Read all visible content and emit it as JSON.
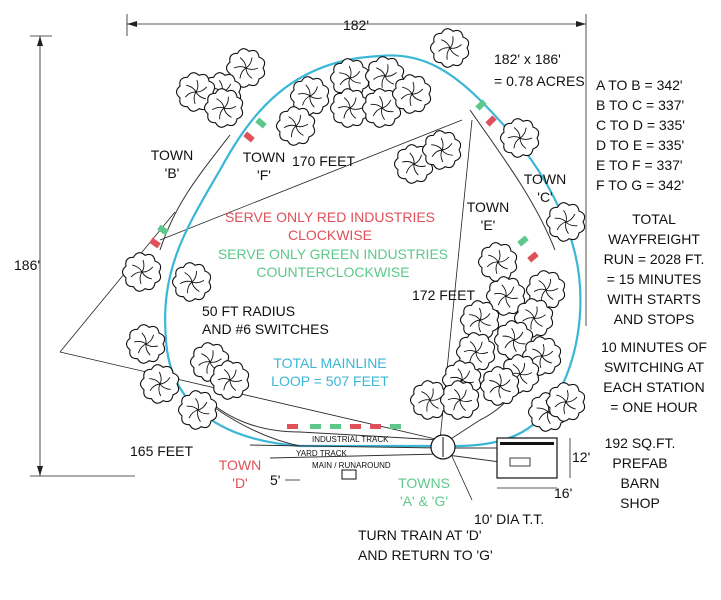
{
  "dimensions": {
    "width": "182'",
    "height": "186'",
    "area_line1": "182' x 186'",
    "area_line2": "= 0.78 ACRES",
    "dist_170": "170 FEET",
    "dist_172": "172 FEET",
    "dist_165": "165 FEET",
    "offset_5": "5'",
    "barn_h": "12'",
    "barn_w": "16'"
  },
  "segments": [
    "A TO B = 342'",
    "B TO C = 337'",
    "C TO D = 335'",
    "D TO E = 335'",
    "E TO F = 337'",
    "F TO G = 342'"
  ],
  "wayfreight": [
    "TOTAL",
    "WAYFREIGHT",
    "RUN = 2028 FT.",
    "= 15 MINUTES",
    "WITH STARTS",
    "AND STOPS"
  ],
  "switching": [
    "10 MINUTES OF",
    "SWITCHING AT",
    "EACH STATION",
    "= ONE HOUR"
  ],
  "barn": [
    "192 SQ.FT.",
    "PREFAB",
    "BARN",
    "SHOP"
  ],
  "towns": {
    "b": [
      "TOWN",
      "'B'"
    ],
    "f": [
      "TOWN",
      "'F'"
    ],
    "c": [
      "TOWN",
      "'C'"
    ],
    "e": [
      "TOWN",
      "'E'"
    ],
    "d": [
      "TOWN",
      "'D'"
    ],
    "ag": [
      "TOWNS",
      "'A' & 'G'"
    ]
  },
  "red_note": [
    "SERVE ONLY RED INDUSTRIES",
    "CLOCKWISE"
  ],
  "green_note": [
    "SERVE ONLY GREEN INDUSTRIES",
    "COUNTERCLOCKWISE"
  ],
  "radius_note": [
    "50 FT RADIUS",
    "AND #6 SWITCHES"
  ],
  "mainline_note": [
    "TOTAL MAINLINE",
    "LOOP = 507 FEET"
  ],
  "tracks": {
    "industrial": "INDUSTRIAL TRACK",
    "yard": "YARD TRACK",
    "main": "MAIN / RUNAROUND"
  },
  "turntable": "10' DIA T.T.",
  "turn_note": [
    "TURN TRAIN AT 'D'",
    "AND RETURN TO 'G'"
  ],
  "colors": {
    "red": "#e0505a",
    "green": "#5cc98a",
    "blue": "#3ab6d6"
  }
}
